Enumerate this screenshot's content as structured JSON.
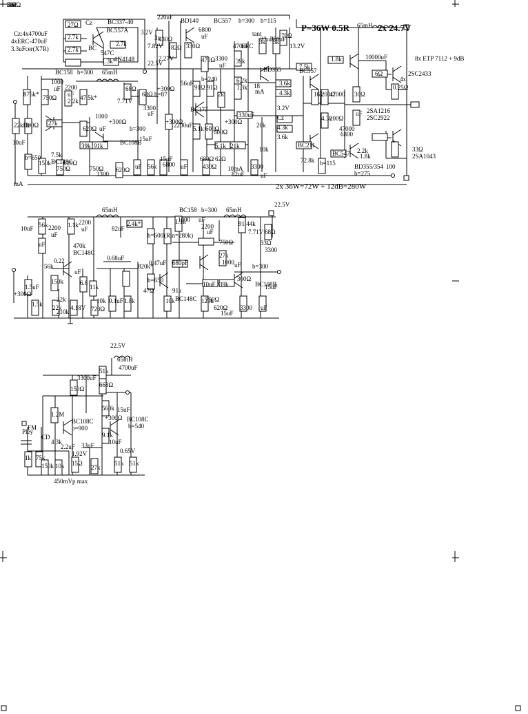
{
  "header": {
    "cz_note": "Cz:4x4700uF",
    "erc_note": "4xERC-470uF",
    "cer_note": "3.3uFcer(X7R)",
    "power_title": "P=36W 0.5R",
    "rail_title": "2x 24.7V",
    "total_power": "2x 36W=72W + 12dB=280W"
  },
  "amplifier": {
    "labels": [
      "27Ω",
      "Cz",
      "BC337-40",
      "BC557A",
      "2.7k",
      "2.7k",
      "2.7k",
      "BC",
      "547C",
      "1N4148",
      "1.3k*",
      "22.5V",
      "3.2V",
      "7.82V",
      "2.27V",
      "3x",
      "220uF",
      "BD140",
      "6800",
      "uF",
      "BC557",
      "b=300",
      "b=115",
      "430Ω",
      "82Ω",
      "330Ω",
      "470Ω",
      "3300",
      "uF",
      "470uF",
      "ERC",
      "tant",
      "33uF",
      "330uF",
      "79Ω",
      "13.2V",
      "39k",
      "3k",
      "3k",
      "BD355",
      "65mH",
      "10000uF",
      "2SC2433",
      "8x ETP 7112 + 9dB",
      "BC158",
      "b=300",
      "65mH",
      "1000",
      "uF",
      "2200",
      "uF",
      "876k*",
      "750Ω",
      "2.2k",
      "47.5k*",
      "7.71V",
      "68Ω",
      "68Ω",
      "3300",
      "uF",
      "56uF",
      "91Ω",
      "91Ω",
      "2k",
      "+300Ω",
      "+300Ω",
      "b=240",
      "BC177",
      "18",
      "mA",
      "1.3k",
      "6.2k",
      "3.6k",
      "4.3k",
      "BC557",
      "7.5k",
      "1.8k",
      "6Ω",
      "0.25Ω",
      "4x",
      "16k",
      "200Ω",
      "47000",
      "30Ω",
      "2SA1216",
      "2SC2922",
      "10uF",
      "22kHz",
      "300Ω",
      "27k",
      "620Ω",
      "1000",
      "uF",
      "+300Ω",
      "39k",
      "91k",
      "BC108B",
      "b=300",
      "15uF",
      "330uF",
      "20k",
      "3.2V",
      "Cz",
      "4.3k",
      "3.6k",
      "4.3k",
      "200Ω",
      "47000",
      "6800",
      "uF",
      "33Ω",
      "2SA1043",
      "b=87",
      "+300Ω",
      "5.1k",
      "600Ω",
      "600Ω",
      "2200uF",
      "5.1k",
      "21k",
      "10k",
      "BC211",
      "7.5k",
      "BC148C",
      "b=650",
      "150k",
      "750Ω",
      "620Ω",
      "15uF",
      "6800",
      "uF",
      "430Ω",
      "750Ω",
      "3300",
      "uF",
      "56k",
      "620Ω",
      "680Ω",
      "62Ω",
      "10mA",
      "82uF",
      "3300",
      "uF",
      "72.8k",
      "b=115",
      "BC547",
      "2.2k",
      "1.8k",
      "BD355/354",
      "b=275",
      "100",
      "mA",
      "5A",
      "2uF"
    ]
  },
  "preamp": {
    "labels": [
      "65mH",
      "BC158",
      "b=300",
      "65mH",
      "22.5V",
      "10uF",
      "56k",
      "2200",
      "uF",
      "1.1k",
      "2200",
      "uF",
      "82uF",
      "2.4k*",
      "1.1k",
      "1000",
      "uF",
      "2200",
      "uF",
      "91.44k",
      "7.71V",
      "68Ω",
      "33Ω",
      "3300",
      "uF",
      "470k",
      "BC148C",
      "b=600",
      "820k*",
      "(Rin=280k)",
      "750Ω",
      "56k",
      "0.22",
      "uF",
      "0.68uF",
      "680pF",
      "27k",
      "1000",
      "uF",
      "+300Ω",
      "1.5uF",
      "150k",
      "22k",
      "6.8",
      "11k",
      "47Ω",
      "0.47uF",
      "300Ω",
      "BC108B",
      "b=300",
      "15uF",
      "10uF",
      "39k",
      "91k",
      "BC148C",
      "b=650",
      "1.5k",
      "22k",
      "210k",
      "4.18V",
      "720Ω",
      "10k",
      "0.1uF",
      "1.8k",
      "10k",
      "120k",
      "750Ω",
      "620Ω",
      "15uF",
      "3300",
      "uF",
      "620Ω",
      "56k"
    ]
  },
  "phono": {
    "labels": [
      "22.5V",
      "65mH",
      "4700uF",
      "150Ω",
      "3300uF",
      "668Ω",
      "51k",
      "1.2M",
      "560k",
      "+300Ω",
      "15uF",
      "BC108C",
      "b=540",
      "BC108C",
      "b=900",
      "9.1k",
      "10uF",
      "Pley",
      "FM",
      "CD",
      "4.3k",
      "2.2uF",
      "1.92V",
      "33uF",
      "0.65V",
      "1k",
      "75k",
      "150k",
      "10k",
      "15Ω",
      "27k",
      "51k",
      "51k",
      "450mVp max"
    ]
  }
}
